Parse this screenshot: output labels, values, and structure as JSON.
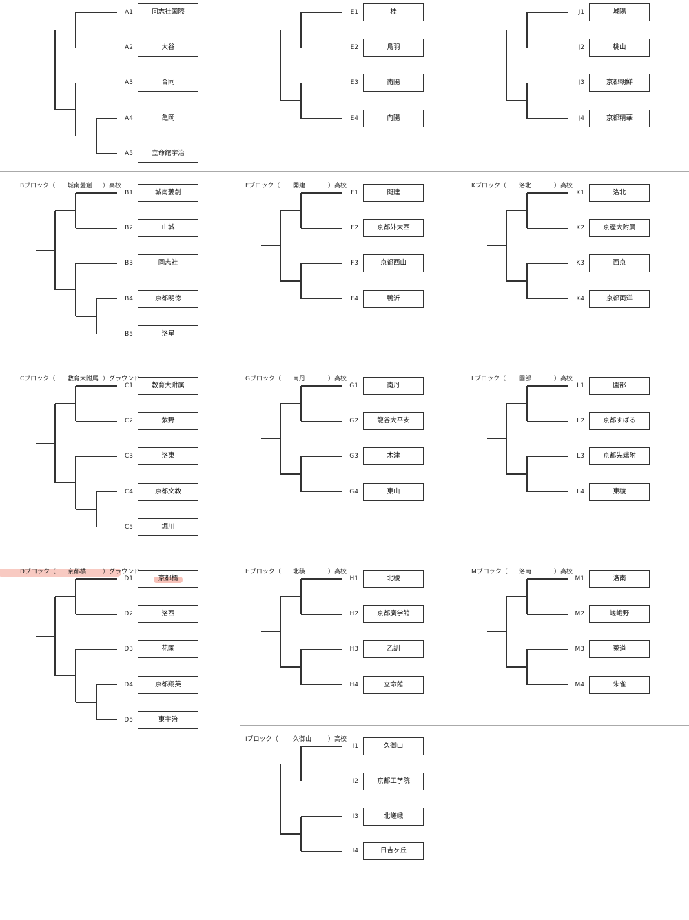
{
  "colors": {
    "line": "#333333",
    "divider": "#aaaaaa",
    "highlight": "#f6b8ae"
  },
  "blocks": [
    {
      "id": "A",
      "header": null,
      "teams": [
        {
          "slot": "A1",
          "name": "同志社国際"
        },
        {
          "slot": "A2",
          "name": "大谷"
        },
        {
          "slot": "A3",
          "name": "合同"
        },
        {
          "slot": "A4",
          "name": "亀岡"
        },
        {
          "slot": "A5",
          "name": "立命館宇治"
        }
      ]
    },
    {
      "id": "B",
      "header": {
        "block": "Bブロック（",
        "venue": "城南菱創",
        "suffix": "）高校"
      },
      "teams": [
        {
          "slot": "B1",
          "name": "城南菱創"
        },
        {
          "slot": "B2",
          "name": "山城"
        },
        {
          "slot": "B3",
          "name": "同志社"
        },
        {
          "slot": "B4",
          "name": "京都明徳"
        },
        {
          "slot": "B5",
          "name": "洛星"
        }
      ]
    },
    {
      "id": "C",
      "header": {
        "block": "Cブロック（",
        "venue": "教育大附属",
        "suffix": "）グラウンド"
      },
      "teams": [
        {
          "slot": "C1",
          "name": "教育大附属"
        },
        {
          "slot": "C2",
          "name": "紫野"
        },
        {
          "slot": "C3",
          "name": "洛東"
        },
        {
          "slot": "C4",
          "name": "京都文教"
        },
        {
          "slot": "C5",
          "name": "堀川"
        }
      ]
    },
    {
      "id": "D",
      "highlight": true,
      "header": {
        "block": "Dブロック（",
        "venue": "京都橘",
        "suffix": "）グラウンド"
      },
      "teams": [
        {
          "slot": "D1",
          "name": "京都橘",
          "highlight": true
        },
        {
          "slot": "D2",
          "name": "洛西"
        },
        {
          "slot": "D3",
          "name": "花園"
        },
        {
          "slot": "D4",
          "name": "京都翔英"
        },
        {
          "slot": "D5",
          "name": "東宇治"
        }
      ]
    },
    {
      "id": "E",
      "header": null,
      "teams": [
        {
          "slot": "E1",
          "name": "桂"
        },
        {
          "slot": "E2",
          "name": "鳥羽"
        },
        {
          "slot": "E3",
          "name": "南陽"
        },
        {
          "slot": "E4",
          "name": "向陽"
        }
      ]
    },
    {
      "id": "F",
      "header": {
        "block": "Fブロック（",
        "venue": "開建",
        "suffix": "）高校"
      },
      "teams": [
        {
          "slot": "F1",
          "name": "開建"
        },
        {
          "slot": "F2",
          "name": "京都外大西"
        },
        {
          "slot": "F3",
          "name": "京都西山"
        },
        {
          "slot": "F4",
          "name": "鴨沂"
        }
      ]
    },
    {
      "id": "G",
      "header": {
        "block": "Gブロック（",
        "venue": "南丹",
        "suffix": "）高校"
      },
      "teams": [
        {
          "slot": "G1",
          "name": "南丹"
        },
        {
          "slot": "G2",
          "name": "龍谷大平安"
        },
        {
          "slot": "G3",
          "name": "木津"
        },
        {
          "slot": "G4",
          "name": "東山"
        }
      ]
    },
    {
      "id": "H",
      "header": {
        "block": "Hブロック（",
        "venue": "北稜",
        "suffix": "）高校"
      },
      "teams": [
        {
          "slot": "H1",
          "name": "北稜"
        },
        {
          "slot": "H2",
          "name": "京都廣学館"
        },
        {
          "slot": "H3",
          "name": "乙訓"
        },
        {
          "slot": "H4",
          "name": "立命館"
        }
      ]
    },
    {
      "id": "I",
      "header": {
        "block": "Iブロック（",
        "venue": "久御山",
        "suffix": "）高校"
      },
      "teams": [
        {
          "slot": "I1",
          "name": "久御山"
        },
        {
          "slot": "I2",
          "name": "京都工学院"
        },
        {
          "slot": "I3",
          "name": "北嵯峨"
        },
        {
          "slot": "I4",
          "name": "日吉ヶ丘"
        }
      ]
    },
    {
      "id": "J",
      "header": null,
      "teams": [
        {
          "slot": "J1",
          "name": "城陽"
        },
        {
          "slot": "J2",
          "name": "桃山"
        },
        {
          "slot": "J3",
          "name": "京都朝鮮"
        },
        {
          "slot": "J4",
          "name": "京都精華"
        }
      ]
    },
    {
      "id": "K",
      "header": {
        "block": "Kブロック（",
        "venue": "洛北",
        "suffix": "）高校"
      },
      "teams": [
        {
          "slot": "K1",
          "name": "洛北"
        },
        {
          "slot": "K2",
          "name": "京産大附属"
        },
        {
          "slot": "K3",
          "name": "西京"
        },
        {
          "slot": "K4",
          "name": "京都両洋"
        }
      ]
    },
    {
      "id": "L",
      "header": {
        "block": "Lブロック（",
        "venue": "園部",
        "suffix": "）高校"
      },
      "teams": [
        {
          "slot": "L1",
          "name": "園部"
        },
        {
          "slot": "L2",
          "name": "京都すばる"
        },
        {
          "slot": "L3",
          "name": "京都先端附"
        },
        {
          "slot": "L4",
          "name": "東稜"
        }
      ]
    },
    {
      "id": "M",
      "header": {
        "block": "Mブロック（",
        "venue": "洛南",
        "suffix": "）高校"
      },
      "teams": [
        {
          "slot": "M1",
          "name": "洛南"
        },
        {
          "slot": "M2",
          "name": "嵯峨野"
        },
        {
          "slot": "M3",
          "name": "莵道"
        },
        {
          "slot": "M4",
          "name": "朱雀"
        }
      ]
    }
  ]
}
